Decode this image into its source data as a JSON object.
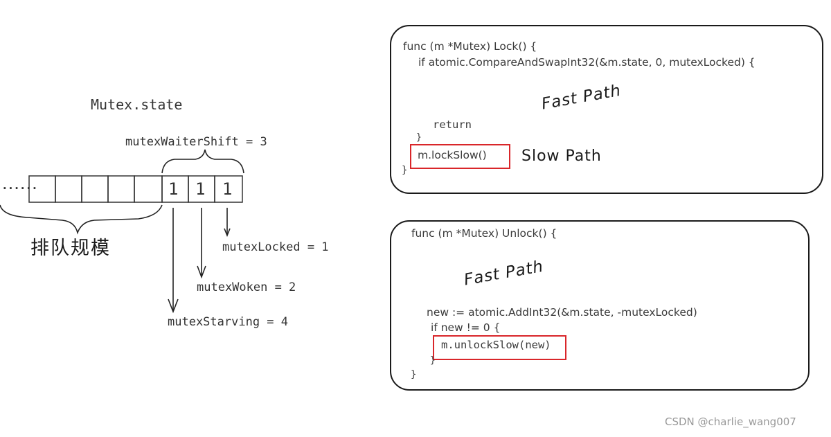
{
  "diagram": {
    "title": "Mutex.state",
    "waiter_shift": "mutexWaiterShift = 3",
    "ellipsis": "......",
    "queue_label": "排队规模",
    "bits": [
      "1",
      "1",
      "1"
    ],
    "bit_labels": {
      "locked": "mutexLocked = 1",
      "woken": "mutexWoken = 2",
      "starving": "mutexStarving = 4"
    }
  },
  "lock_panel": {
    "line1": "func (m *Mutex) Lock() {",
    "line2": "if atomic.CompareAndSwapInt32(&m.state, 0, mutexLocked) {",
    "line3": "return",
    "line4": "}",
    "line5": "m.lockSlow()",
    "line6": "}",
    "fast_label": "Fast Path",
    "slow_label": "Slow Path"
  },
  "unlock_panel": {
    "line1": "func (m *Mutex) Unlock() {",
    "line2": "new := atomic.AddInt32(&m.state, -mutexLocked)",
    "line3": "if new != 0 {",
    "line4": "m.unlockSlow(new)",
    "line5": "}",
    "line6": "}",
    "fast_label": "Fast Path"
  },
  "watermark": "CSDN @charlie_wang007",
  "colors": {
    "highlight": "#d9262a",
    "ink": "#1a1a1a"
  }
}
